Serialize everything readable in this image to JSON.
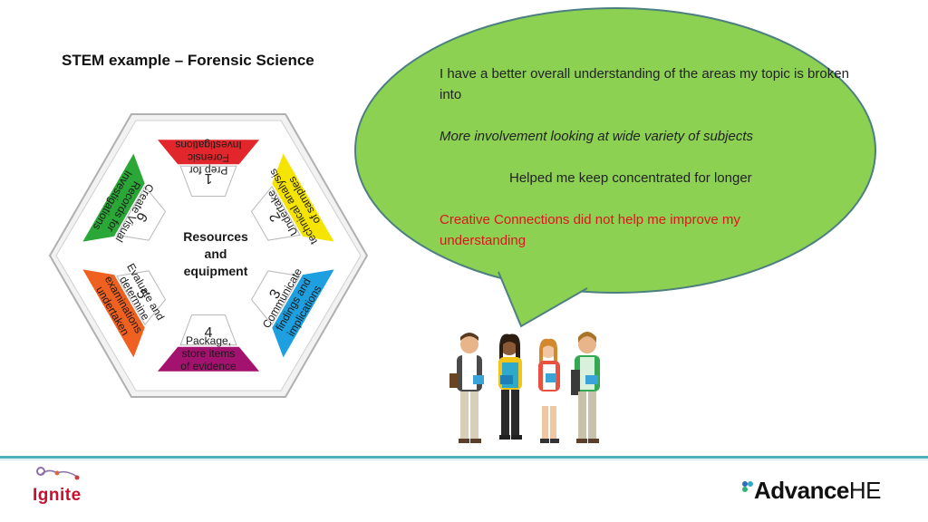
{
  "slide": {
    "title": "STEM example – Forensic Science"
  },
  "diagram": {
    "hub_lines": [
      "Resources",
      "and",
      "equipment"
    ],
    "segments": [
      {
        "number": "1",
        "lines": [
          "Prep for",
          "Forensic",
          "Investigations"
        ],
        "color": "#e1262c"
      },
      {
        "number": "2",
        "lines": [
          "Undertake",
          "technical analysis",
          "of samples"
        ],
        "color": "#f5e400"
      },
      {
        "number": "3",
        "lines": [
          "Communicate",
          "findings and",
          "implications"
        ],
        "color": "#1e9fe0"
      },
      {
        "number": "4",
        "lines": [
          "Package,",
          "store items",
          "of evidence"
        ],
        "color": "#a3126e"
      },
      {
        "number": "5",
        "lines": [
          "Evaluate and",
          "determine",
          "examinations",
          "undertaken"
        ],
        "color": "#ef6120"
      },
      {
        "number": "6",
        "lines": [
          "Create Visual",
          "Records for",
          "Investigations"
        ],
        "color": "#2aa737"
      }
    ]
  },
  "bubble": {
    "fill": "#8cd152",
    "line1": "I have a better overall understanding of the areas my topic is broken into",
    "line2": "More involvement looking at wide variety of subjects",
    "line3": "Helped me  keep concentrated for longer",
    "line4": "Creative Connections did not help me improve my understanding"
  },
  "footer": {
    "left_logo_text": "Ignite",
    "right_logo_bold": "Advance",
    "right_logo_light": "HE",
    "rule_color": "#4bb3b8"
  }
}
